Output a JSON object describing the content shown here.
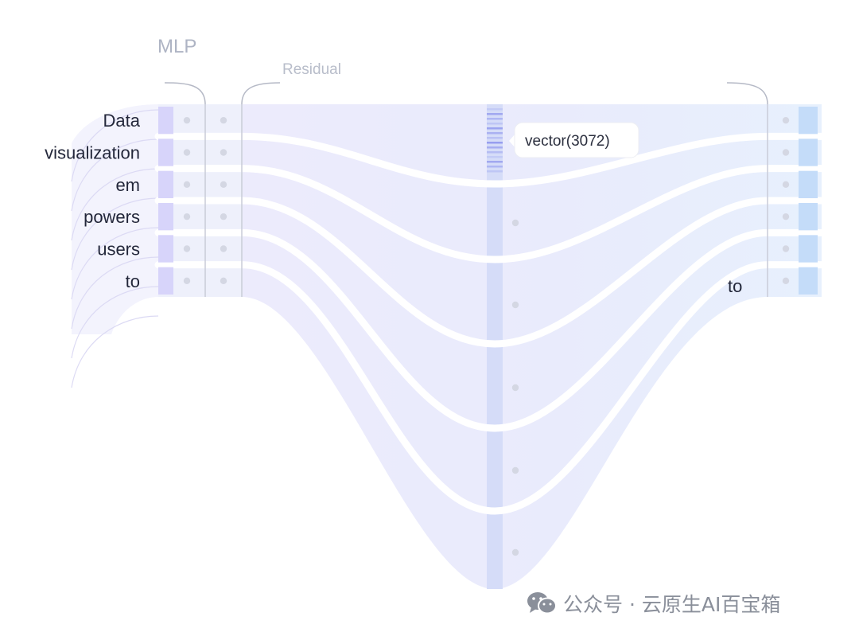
{
  "labels": {
    "mlp": "MLP",
    "residual": "Residual"
  },
  "tokens": [
    "Data",
    "visualization",
    "em",
    "powers",
    "users",
    "to"
  ],
  "output_token": "to",
  "tooltip": {
    "text": "vector(3072)"
  },
  "watermark": {
    "icon": "wechat-icon",
    "text": "公众号 · 云原生AI百宝箱"
  },
  "colors": {
    "band_fill": "#e9ebfc",
    "left_fill": "#eef0fb",
    "strip_purple": "#d7d4fa",
    "strip_blue": "#c4dcf9",
    "mid_column": "#d5dcf8",
    "dot": "#d4d7e3",
    "separator": "#c9ccd8",
    "bracket": "#b5b9c6"
  }
}
